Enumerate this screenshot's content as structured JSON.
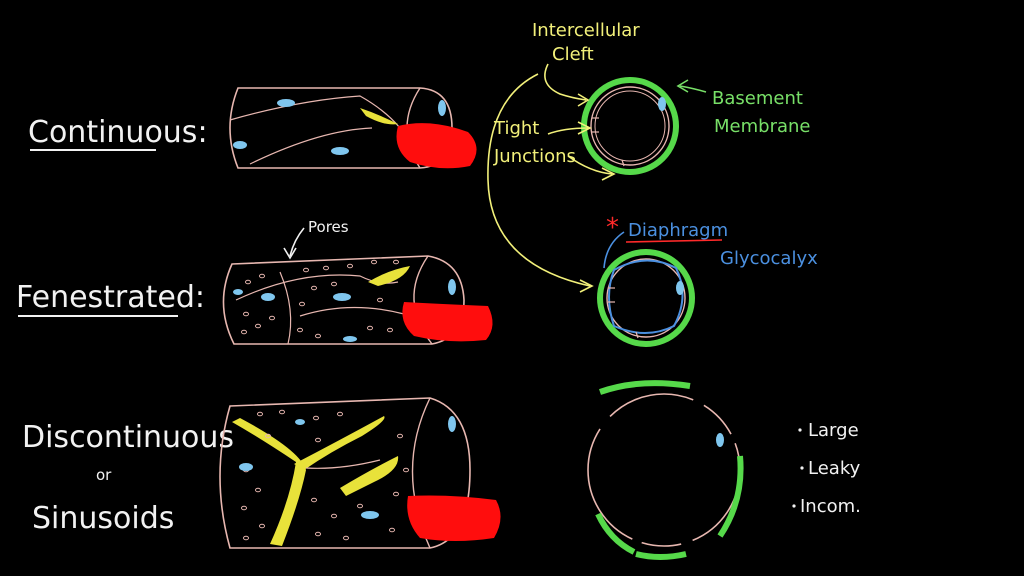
{
  "colors": {
    "background": "#000000",
    "vessel_outline": "#e7b7b0",
    "nucleus": "#7fc6ee",
    "cell_junction_yellow": "#e8e23a",
    "red_blood_cell": "#ff0d0d",
    "basement_membrane_green": "#56d94a",
    "glycocalyx_blue": "#4b90e0",
    "annotation_yellow": "#f2f07a",
    "annotation_green": "#78e068",
    "diaphragm_red": "#ff2a2a"
  },
  "types": {
    "continuous": "Continuous:",
    "fenestrated": "Fenestrated:",
    "discontinuous": "Discontinuous",
    "or": "or",
    "sinusoids": "Sinusoids"
  },
  "annotations": {
    "intercellular_cleft_line1": "Intercellular",
    "intercellular_cleft_line2": "Cleft",
    "tight_junctions_line1": "Tight",
    "tight_junctions_line2": "Junctions",
    "basement_membrane_line1": "Basement",
    "basement_membrane_line2": "Membrane",
    "pores": "Pores",
    "diaphragm": "Diaphragm",
    "glycocalyx": "Glycocalyx",
    "asterisk": "*"
  },
  "bullets": [
    "Large",
    "Leaky",
    "Incom."
  ]
}
